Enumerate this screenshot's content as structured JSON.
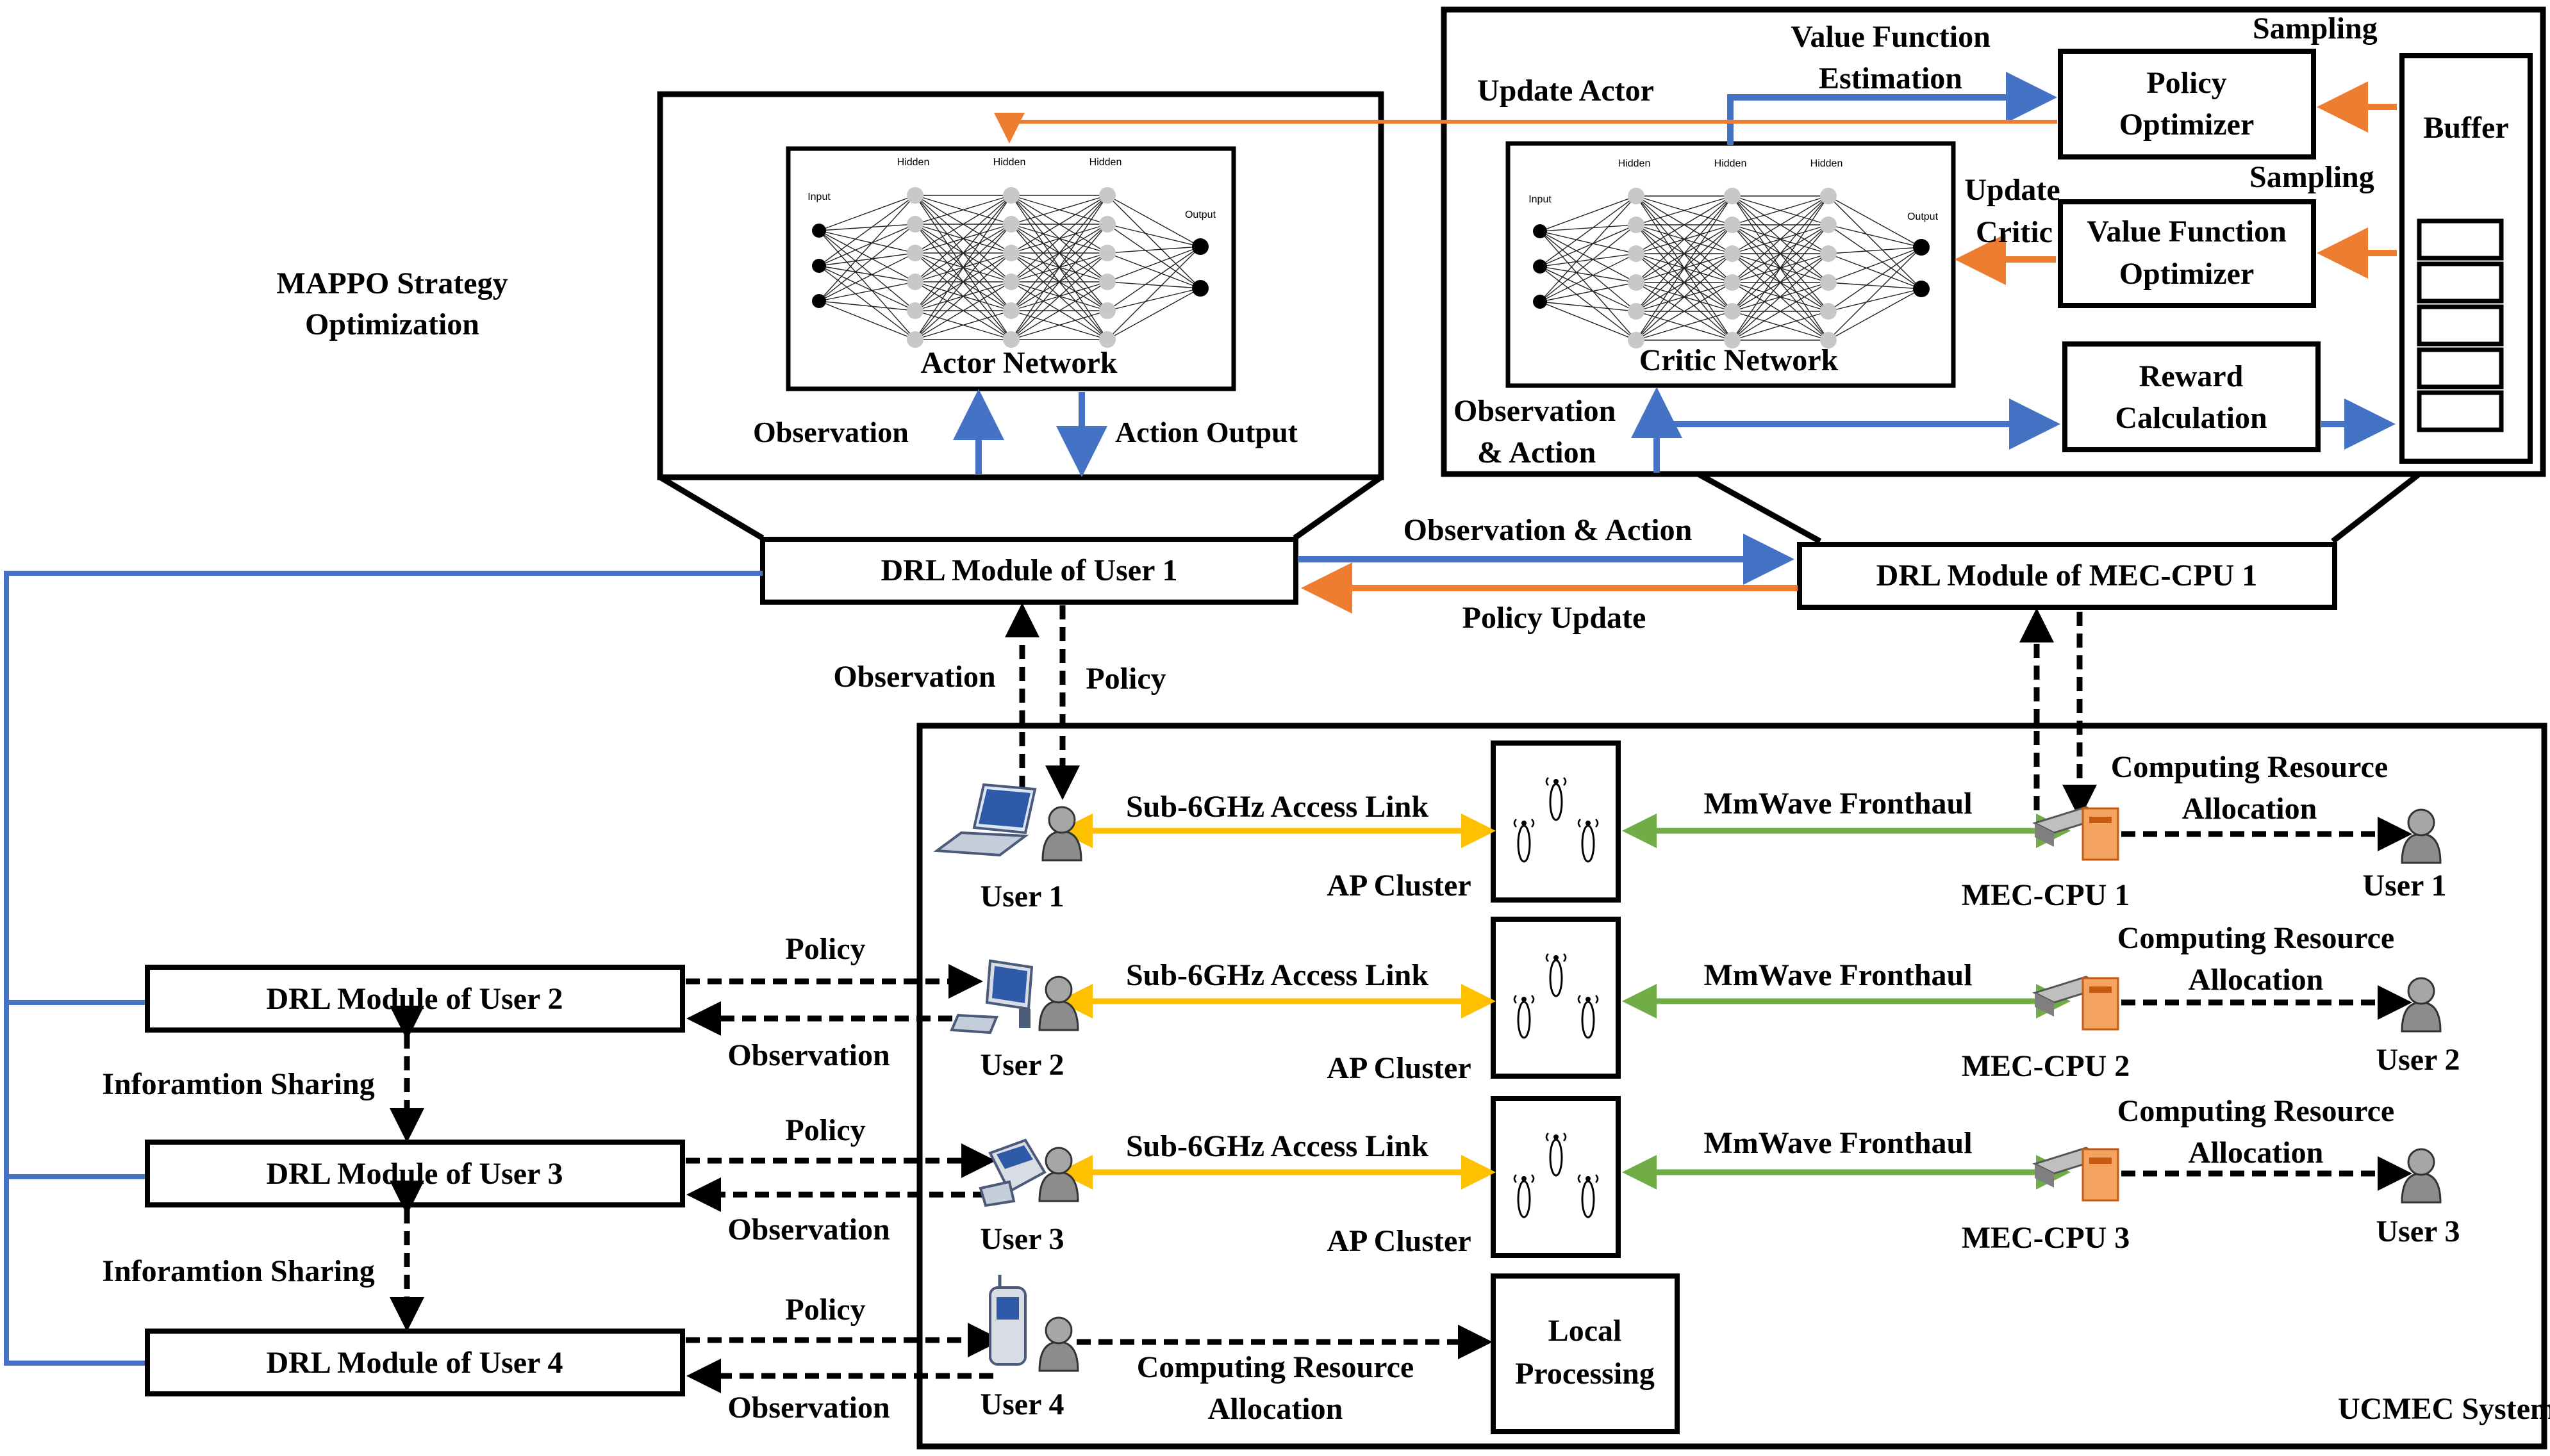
{
  "colors": {
    "blue": "#4472c4",
    "orange": "#ed7d31",
    "yellow": "#ffc000",
    "green": "#70ad47",
    "black": "#000000",
    "node": "#c8c8c8"
  },
  "labels": {
    "mappo": "MAPPO Strategy",
    "mappo2": "Optimization",
    "actor_obs": "Observation",
    "actor_out": "Action Output",
    "update_actor": "Update Actor",
    "vfe1": "Value Function",
    "vfe2": "Estimation",
    "sampling_top": "Sampling",
    "sampling_mid": "Sampling",
    "update1": "Update",
    "update2": "Critic",
    "obs_act1": "Observation",
    "obs_act2": "& Action",
    "obs_and_action": "Observation & Action",
    "policy_update": "Policy Update",
    "obs_left": "Observation",
    "policy_left": "Policy",
    "policy_u2": "Policy",
    "obs_u2": "Observation",
    "policy_u3": "Policy",
    "obs_u3": "Observation",
    "policy_u4": "Policy",
    "obs_u4": "Observation",
    "info_sharing_1": "Inforamtion Sharing",
    "info_sharing_2": "Inforamtion Sharing"
  },
  "modules": {
    "user1": "DRL Module of User 1",
    "user2": "DRL Module of User 2",
    "user3": "DRL Module of User 3",
    "user4": "DRL Module of User 4",
    "mec": "DRL Module of MEC-CPU 1"
  },
  "actor": {
    "title": "Actor Network",
    "input": "Input",
    "hidden1": "Hidden",
    "hidden2": "Hidden",
    "hidden3": "Hidden",
    "output": "Output"
  },
  "critic": {
    "title": "Critic Network",
    "input": "Input",
    "hidden1": "Hidden",
    "hidden2": "Hidden",
    "hidden3": "Hidden",
    "output": "Output"
  },
  "boxes": {
    "policy_opt1": "Policy",
    "policy_opt2": "Optimizer",
    "vf_opt1": "Value Function",
    "vf_opt2": "Optimizer",
    "reward1": "Reward",
    "reward2": "Calculation",
    "buffer": "Buffer"
  },
  "system": {
    "title": "UCMEC System",
    "user1": "User 1",
    "user2": "User  2",
    "user3": "User  3",
    "user4": "User  4",
    "ap1": "AP Cluster",
    "ap2": "AP Cluster",
    "ap3": "AP Cluster",
    "sub1": "Sub-6GHz Access Link",
    "sub2": "Sub-6GHz Access Link",
    "sub3": "Sub-6GHz Access Link",
    "mm1": "MmWave Fronthaul",
    "mm2": "MmWave Fronthaul",
    "mm3": "MmWave Fronthaul",
    "mec1": "MEC-CPU 1",
    "mec2": "MEC-CPU 2",
    "mec3": "MEC-CPU 3",
    "cra_a1": "Computing Resource",
    "cra_a2": "Allocation",
    "cra_b1": "Computing Resource",
    "cra_b2": "Allocation",
    "cra_c1": "Computing Resource",
    "cra_c2": "Allocation",
    "cra_d1": "Computing Resource",
    "cra_d2": "Allocation",
    "ruser1": "User 1",
    "ruser2": "User  2",
    "ruser3": "User  3",
    "local1": "Local",
    "local2": "Processing"
  }
}
